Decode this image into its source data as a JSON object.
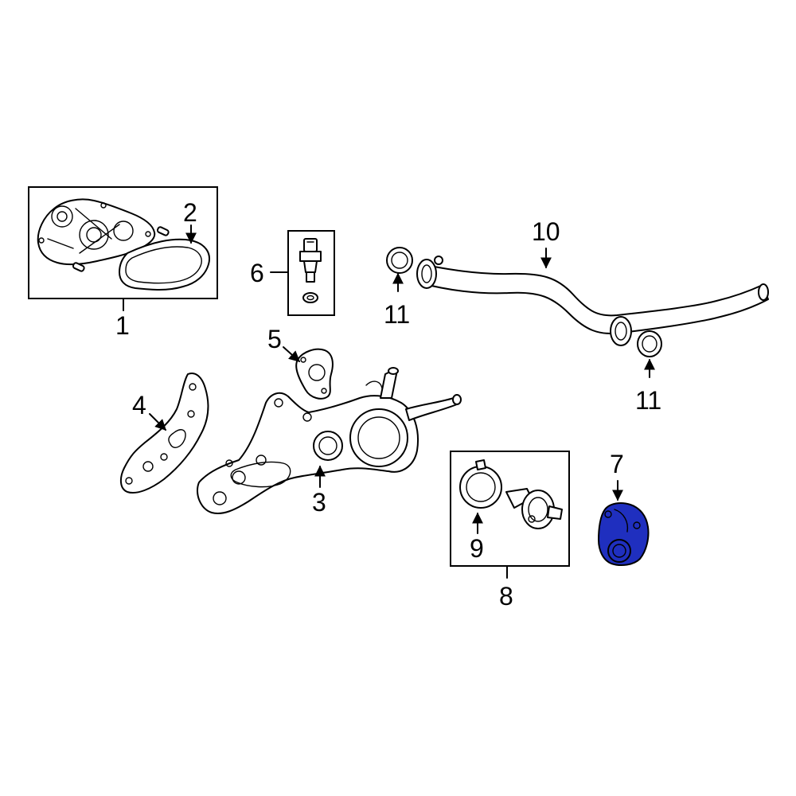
{
  "colors": {
    "line": "#000000",
    "background": "#ffffff",
    "highlight": "#1f2fbf"
  },
  "callouts": {
    "c1": "1",
    "c2": "2",
    "c3": "3",
    "c4": "4",
    "c5": "5",
    "c6": "6",
    "c7": "7",
    "c8": "8",
    "c9": "9",
    "c10": "10",
    "c11a": "11",
    "c11b": "11"
  },
  "highlighted_part": "7"
}
